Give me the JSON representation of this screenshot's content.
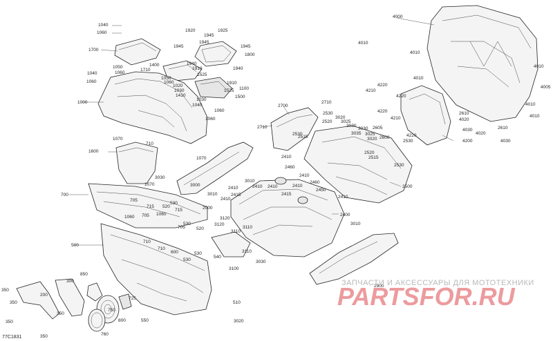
{
  "diagram": {
    "code": "77C1831",
    "watermark_line1": "ЗАПЧАСТИ И АКСЕССУАРЫ ДЛЯ МОТОТЕХНИКИ",
    "watermark_line2": "PARTSFOR.RU"
  },
  "callouts": [
    {
      "id": "c1040a",
      "label": "1040"
    },
    {
      "id": "c1060a",
      "label": "1060"
    },
    {
      "id": "c1700",
      "label": "1700"
    },
    {
      "id": "c1920",
      "label": "1920"
    },
    {
      "id": "c1925",
      "label": "1925"
    },
    {
      "id": "c1945a",
      "label": "1945"
    },
    {
      "id": "c1945b",
      "label": "1945"
    },
    {
      "id": "c1945c",
      "label": "1945"
    },
    {
      "id": "c1945d",
      "label": "1945"
    },
    {
      "id": "c1800",
      "label": "1800"
    },
    {
      "id": "c1940a",
      "label": "1940"
    },
    {
      "id": "c1940b",
      "label": "1940"
    },
    {
      "id": "c1910a",
      "label": "1910"
    },
    {
      "id": "c1910b",
      "label": "1910"
    },
    {
      "id": "c1525a",
      "label": "1525"
    },
    {
      "id": "c1525b",
      "label": "1525"
    },
    {
      "id": "c1400",
      "label": "1400"
    },
    {
      "id": "c1050a",
      "label": "1050"
    },
    {
      "id": "c1060b",
      "label": "1060"
    },
    {
      "id": "c1710",
      "label": "1710"
    },
    {
      "id": "c1040b",
      "label": "1040"
    },
    {
      "id": "c1060c",
      "label": "1060"
    },
    {
      "id": "c1050b",
      "label": "1050"
    },
    {
      "id": "c1060d",
      "label": "1060"
    },
    {
      "id": "c1020",
      "label": "1020"
    },
    {
      "id": "c1030a",
      "label": "1030"
    },
    {
      "id": "c1410",
      "label": "1410"
    },
    {
      "id": "c1030b",
      "label": "1030"
    },
    {
      "id": "c1040c",
      "label": "1040"
    },
    {
      "id": "c1060e",
      "label": "1060"
    },
    {
      "id": "c1060f",
      "label": "1060"
    },
    {
      "id": "c1500",
      "label": "1500"
    },
    {
      "id": "c1100",
      "label": "1100"
    },
    {
      "id": "c1000",
      "label": "1000"
    },
    {
      "id": "c1070a",
      "label": "1070"
    },
    {
      "id": "c710a",
      "label": "710"
    },
    {
      "id": "c1600",
      "label": "1600"
    },
    {
      "id": "c1070b",
      "label": "1070"
    },
    {
      "id": "c3000",
      "label": "3000"
    },
    {
      "id": "c3030a",
      "label": "3030"
    },
    {
      "id": "c1070c",
      "label": "1070"
    },
    {
      "id": "c3010a",
      "label": "3010"
    },
    {
      "id": "c3010b",
      "label": "3010"
    },
    {
      "id": "c2410a",
      "label": "2410"
    },
    {
      "id": "c2410b",
      "label": "2410"
    },
    {
      "id": "c2410c",
      "label": "2410"
    },
    {
      "id": "c2415a",
      "label": "2415"
    },
    {
      "id": "c2410d",
      "label": "2410"
    },
    {
      "id": "c700",
      "label": "700"
    },
    {
      "id": "c705a",
      "label": "705"
    },
    {
      "id": "c715a",
      "label": "715"
    },
    {
      "id": "c520a",
      "label": "520"
    },
    {
      "id": "c530a",
      "label": "530"
    },
    {
      "id": "c715b",
      "label": "715"
    },
    {
      "id": "c2000",
      "label": "2000"
    },
    {
      "id": "c1060g",
      "label": "1060"
    },
    {
      "id": "c705b",
      "label": "705"
    },
    {
      "id": "c1060h",
      "label": "1060"
    },
    {
      "id": "c530b",
      "label": "530"
    },
    {
      "id": "c520b",
      "label": "520"
    },
    {
      "id": "c705c",
      "label": "705"
    },
    {
      "id": "c710b",
      "label": "710"
    },
    {
      "id": "c500",
      "label": "500"
    },
    {
      "id": "c710c",
      "label": "710"
    },
    {
      "id": "c600",
      "label": "600"
    },
    {
      "id": "c530c",
      "label": "530"
    },
    {
      "id": "c530d",
      "label": "530"
    },
    {
      "id": "c540",
      "label": "540"
    },
    {
      "id": "c3120a",
      "label": "3120"
    },
    {
      "id": "c3120b",
      "label": "3120"
    },
    {
      "id": "c3110a",
      "label": "3110"
    },
    {
      "id": "c3110b",
      "label": "3110"
    },
    {
      "id": "c3110c",
      "label": "3110"
    },
    {
      "id": "c3100",
      "label": "3100"
    },
    {
      "id": "c3030b",
      "label": "3030"
    },
    {
      "id": "c2700",
      "label": "2700"
    },
    {
      "id": "c2710a",
      "label": "2710"
    },
    {
      "id": "c2710b",
      "label": "2710"
    },
    {
      "id": "c2530a",
      "label": "2530"
    },
    {
      "id": "c2520a",
      "label": "2520"
    },
    {
      "id": "c2530b",
      "label": "2530"
    },
    {
      "id": "c2515a",
      "label": "2515"
    },
    {
      "id": "c3020a",
      "label": "3020"
    },
    {
      "id": "c3025a",
      "label": "3025"
    },
    {
      "id": "c3030c",
      "label": "3030"
    },
    {
      "id": "c3035",
      "label": "3035"
    },
    {
      "id": "c3030d",
      "label": "3030"
    },
    {
      "id": "c3025b",
      "label": "3025"
    },
    {
      "id": "c3020b",
      "label": "3020"
    },
    {
      "id": "c2605",
      "label": "2605"
    },
    {
      "id": "c2600",
      "label": "2600"
    },
    {
      "id": "c2520b",
      "label": "2520"
    },
    {
      "id": "c2515b",
      "label": "2515"
    },
    {
      "id": "c2530c",
      "label": "2530"
    },
    {
      "id": "c2530d",
      "label": "2530"
    },
    {
      "id": "c2410e",
      "label": "2410"
    },
    {
      "id": "c2460a",
      "label": "2460"
    },
    {
      "id": "c2410f",
      "label": "2410"
    },
    {
      "id": "c2460b",
      "label": "2460"
    },
    {
      "id": "c2410g",
      "label": "2410"
    },
    {
      "id": "c2415b",
      "label": "2415"
    },
    {
      "id": "c2450",
      "label": "2450"
    },
    {
      "id": "c2410h",
      "label": "2410"
    },
    {
      "id": "c2400",
      "label": "2400"
    },
    {
      "id": "c2500",
      "label": "2500"
    },
    {
      "id": "c3010c",
      "label": "3010"
    },
    {
      "id": "c2900",
      "label": "2900"
    },
    {
      "id": "c4000",
      "label": "4000"
    },
    {
      "id": "c4010a",
      "label": "4010"
    },
    {
      "id": "c4010b",
      "label": "4010"
    },
    {
      "id": "c4010c",
      "label": "4010"
    },
    {
      "id": "c4010d",
      "label": "4010"
    },
    {
      "id": "c4010e",
      "label": "4010"
    },
    {
      "id": "c4005",
      "label": "4005"
    },
    {
      "id": "c4210a",
      "label": "4210"
    },
    {
      "id": "c4220a",
      "label": "4220"
    },
    {
      "id": "c4220b",
      "label": "4220"
    },
    {
      "id": "c4220c",
      "label": "4220"
    },
    {
      "id": "c4210b",
      "label": "4210"
    },
    {
      "id": "c4220d",
      "label": "4220"
    },
    {
      "id": "c2610a",
      "label": "2610"
    },
    {
      "id": "c4020a",
      "label": "4020"
    },
    {
      "id": "c4030a",
      "label": "4030"
    },
    {
      "id": "c4020b",
      "label": "4020"
    },
    {
      "id": "c2610b",
      "label": "2610"
    },
    {
      "id": "c4030b",
      "label": "4030"
    },
    {
      "id": "c4200",
      "label": "4200"
    },
    {
      "id": "c4010f",
      "label": "4010"
    },
    {
      "id": "c350a",
      "label": "350"
    },
    {
      "id": "c200",
      "label": "200"
    },
    {
      "id": "c300",
      "label": "300"
    },
    {
      "id": "c350b",
      "label": "350"
    },
    {
      "id": "c350c",
      "label": "350"
    },
    {
      "id": "c850",
      "label": "850"
    },
    {
      "id": "c725",
      "label": "725"
    },
    {
      "id": "c750",
      "label": "750"
    },
    {
      "id": "c800",
      "label": "800"
    },
    {
      "id": "c550",
      "label": "550"
    },
    {
      "id": "c760",
      "label": "760"
    },
    {
      "id": "c350d",
      "label": "350"
    },
    {
      "id": "c350e",
      "label": "350"
    },
    {
      "id": "c510",
      "label": "510"
    },
    {
      "id": "c3020c",
      "label": "3020"
    }
  ]
}
